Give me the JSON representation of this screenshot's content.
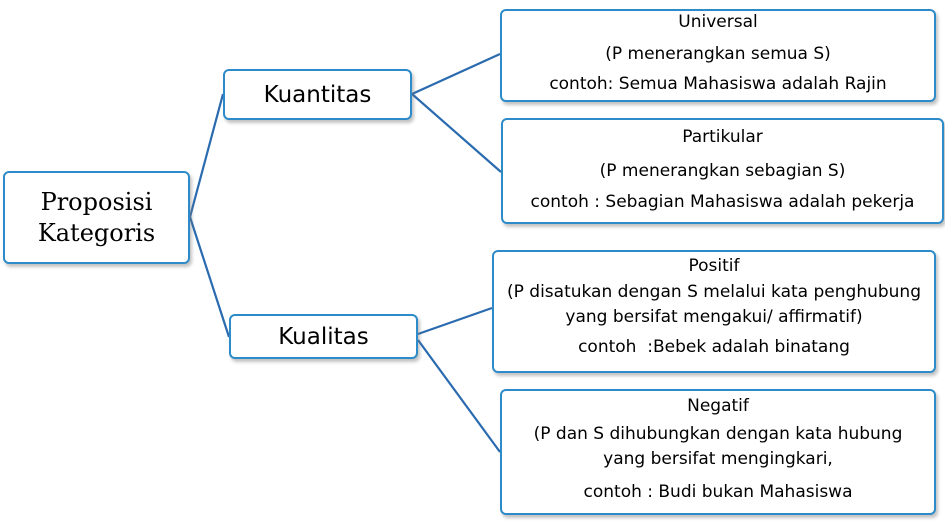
{
  "colors": {
    "border": "#2E8BC9",
    "connector": "#2A6BB0",
    "text": "#000000",
    "background": "#FFFFFF"
  },
  "root": {
    "label": "Proposisi\nKategoris"
  },
  "branches": [
    {
      "label": "Kuantitas",
      "children": [
        {
          "title": "Universal",
          "description": "(P menerangkan semua S)",
          "example": "contoh: Semua Mahasiswa adalah Rajin"
        },
        {
          "title": "Partikular",
          "description": "(P menerangkan sebagian S)",
          "example": "contoh : Sebagian Mahasiswa adalah pekerja"
        }
      ]
    },
    {
      "label": "Kualitas",
      "children": [
        {
          "title": "Positif",
          "description": "(P disatukan dengan S melalui kata penghubung\nyang bersifat mengakui/ affirmatif)",
          "example": "contoh  :Bebek adalah binatang"
        },
        {
          "title": "Negatif",
          "description": "(P dan S dihubungkan dengan kata hubung\nyang bersifat mengingkari,",
          "example": "contoh : Budi bukan Mahasiswa"
        }
      ]
    }
  ]
}
